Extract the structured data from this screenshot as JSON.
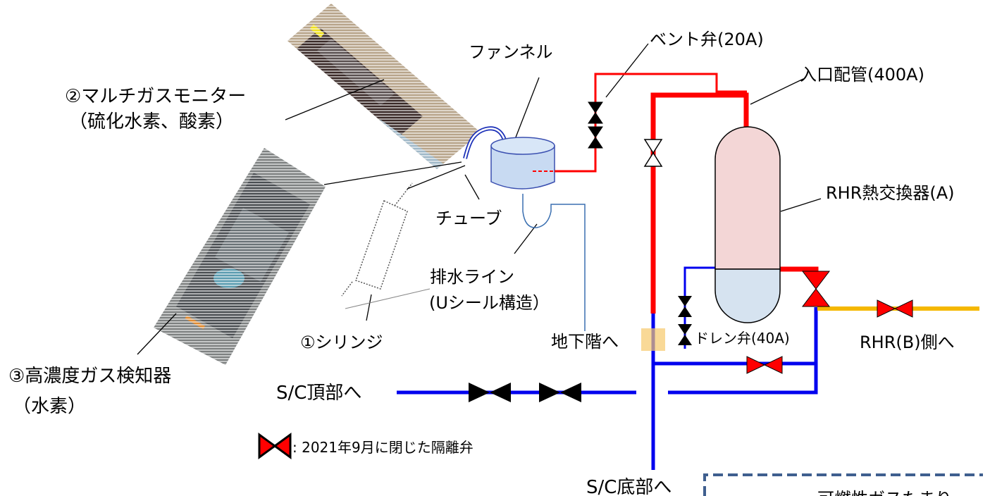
{
  "labels": {
    "funnel": "ファンネル",
    "vent_valve": "ベント弁(20A)",
    "inlet_pipe": "入口配管(400A)",
    "multigas_monitor": "②マルチガスモニター",
    "multigas_monitor_sub": "（硫化水素、酸素）",
    "tube": "チューブ",
    "rhr_hx": "RHR熱交換器(A)",
    "drain_line": "排水ライン",
    "drain_line_sub": "(Uシール構造）",
    "syringe": "①シリンジ",
    "basement": "地下階へ",
    "drain_valve": "ドレン弁(40A)",
    "rhr_b": "RHR(B)側へ",
    "hc_gas_detector": "③高濃度ガス検知器",
    "hc_gas_detector_sub": "（水素）",
    "sc_top": "S/C頂部へ",
    "legend_text": ": 2021年9月に閉じた隔離弁",
    "sc_bottom": "S/C底部へ",
    "partial_box_text": "可燃性ガスたまり"
  },
  "colors": {
    "red_pipe": "#ff0000",
    "blue_pipe": "#0000ee",
    "yellow_pipe": "#f5b800",
    "closed_valve": "#ff0000",
    "hx_top": "#f3d6d6",
    "hx_bottom": "#d6e3f0",
    "funnel_fill": "#c8daf2",
    "dashed_box": "#3f5f8f"
  }
}
